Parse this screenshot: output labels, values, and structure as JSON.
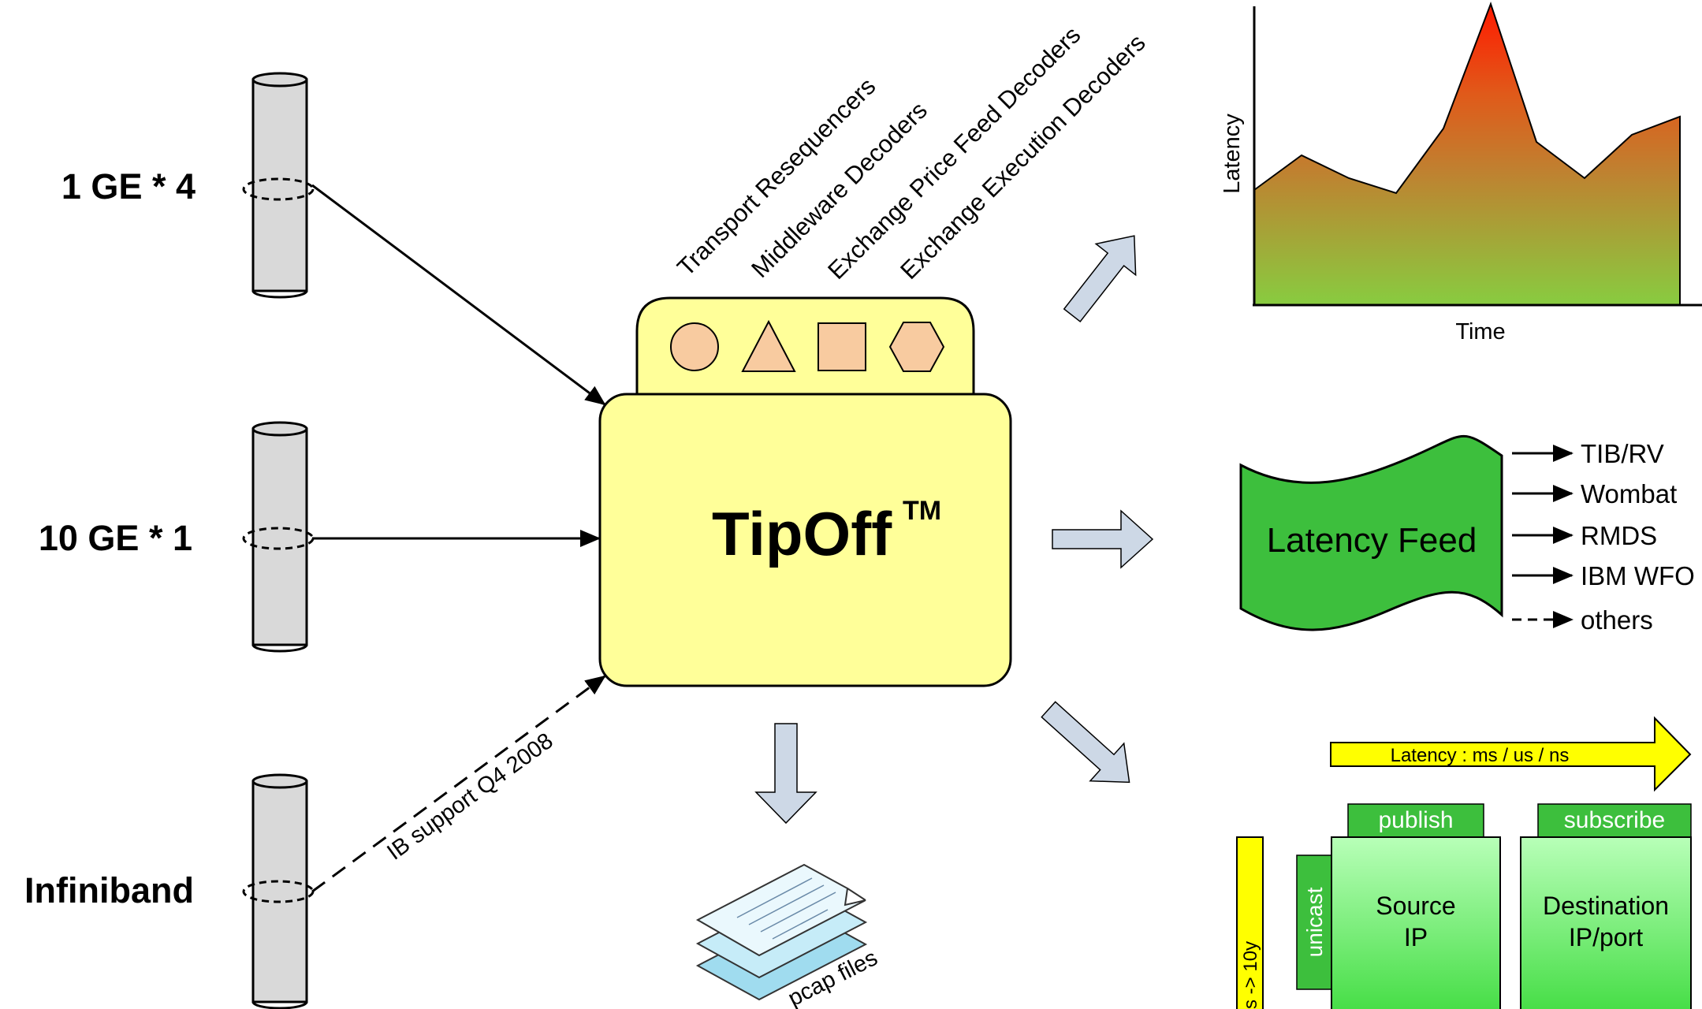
{
  "inputs": [
    {
      "label": "1 GE * 4"
    },
    {
      "label": "10 GE * 1"
    },
    {
      "label": "Infiniband"
    }
  ],
  "ib_note": "IB support Q4 2008",
  "decoders": [
    "Transport Resequencers",
    "Middleware Decoders",
    "Exchange Price Feed Decoders",
    "Exchange Execution Decoders"
  ],
  "tipoff": {
    "name": "TipOff",
    "mark": "TM"
  },
  "pcap_label": "pcap files",
  "latency_chart": {
    "x_label": "Time",
    "y_label": "Latency"
  },
  "feed": {
    "label": "Latency Feed",
    "destinations": [
      "TIB/RV",
      "Wombat",
      "RMDS",
      "IBM WFO",
      "others"
    ]
  },
  "matrix": {
    "scale_label": "Latency : ms / us / ns",
    "vertical_label": "s -> 10y",
    "publish_tab": "publish",
    "subscribe_tab": "subscribe",
    "unicast_label": "unicast",
    "source_line1": "Source",
    "source_line2": "IP",
    "dest_line1": "Destination",
    "dest_line2": "IP/port"
  },
  "colors": {
    "tipoff_fill": "#ffff99",
    "shape_fill": "#f8cba0",
    "feed_green": "#3dbf3d",
    "cell_green": "#66ee66",
    "yellow_arrow": "#ffff00",
    "flow_arrow": "#cdd8e6"
  }
}
